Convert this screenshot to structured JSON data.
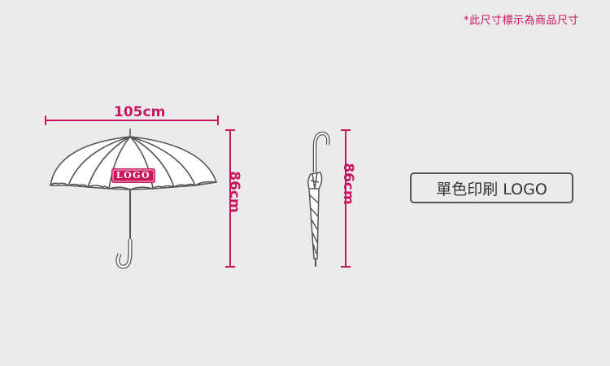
{
  "note": "*此尺寸標示為商品尺寸",
  "dimensions": {
    "width": "105cm",
    "height_open": "86cm",
    "height_closed": "86cm"
  },
  "logo_label": "LOGO",
  "print_method": "單色印刷 LOGO",
  "colors": {
    "accent": "#c8175f",
    "background": "#ebebeb",
    "outline": "#555555"
  }
}
